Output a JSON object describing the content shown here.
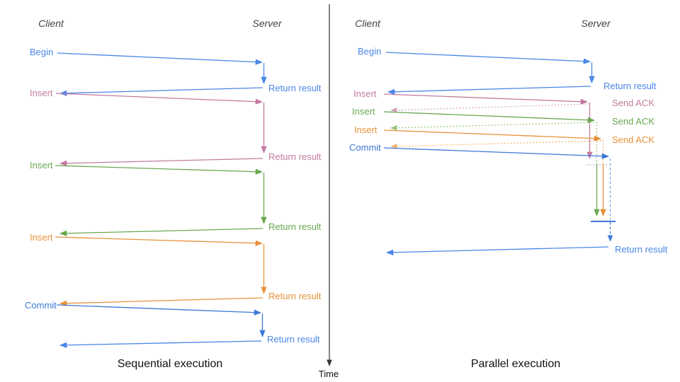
{
  "diagram": {
    "time_axis_label": "Time",
    "left": {
      "caption": "Sequential execution",
      "client_header": "Client",
      "server_header": "Server",
      "messages": [
        {
          "label": "Begin",
          "color": "#4a86e8",
          "response": "Return result"
        },
        {
          "label": "Insert",
          "color": "#c27ba0",
          "response": "Return result"
        },
        {
          "label": "Insert",
          "color": "#6aa84f",
          "response": "Return result"
        },
        {
          "label": "Insert",
          "color": "#e69138",
          "response": "Return result"
        },
        {
          "label": "Commit",
          "color": "#3c78d8",
          "response": "Return result"
        }
      ]
    },
    "right": {
      "caption": "Parallel execution",
      "client_header": "Client",
      "server_header": "Server",
      "messages": [
        {
          "label": "Begin",
          "color": "#4a86e8",
          "response": "Return result"
        },
        {
          "label": "Insert",
          "color": "#c27ba0",
          "ack": "Send ACK"
        },
        {
          "label": "Insert",
          "color": "#6aa84f",
          "ack": "Send ACK"
        },
        {
          "label": "Insert",
          "color": "#e69138",
          "ack": "Send ACK"
        },
        {
          "label": "Commit",
          "color": "#3c78d8"
        }
      ],
      "final_response": "Return result"
    },
    "colors": {
      "blue": "#4a86e8",
      "blue_dark": "#3c78d8",
      "blue_light": "#6d9eeb",
      "pink": "#c27ba0",
      "pink_light": "#d5a6bd",
      "green": "#6aa84f",
      "green_light": "#93c47d",
      "orange": "#e69138",
      "orange_light": "#f6b26b",
      "axis": "#333333"
    }
  }
}
